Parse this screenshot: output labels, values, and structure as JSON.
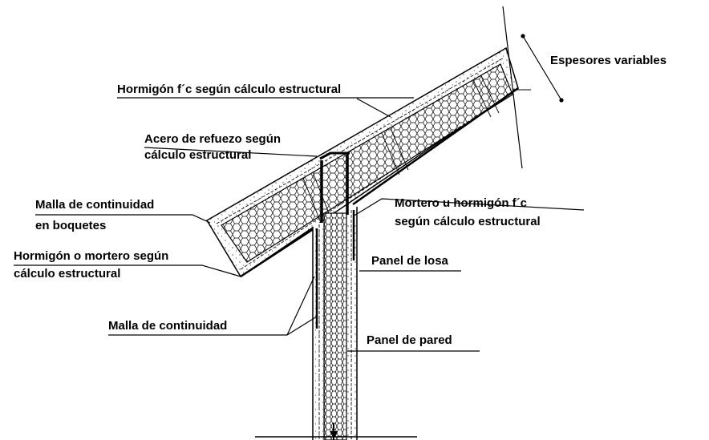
{
  "labels": {
    "espesores": "Espesores variables",
    "hormigon_fc": "Hormigón f´c según cálculo estructural",
    "acero_line1": "Acero de refuezo según",
    "acero_line2": "cálculo estructural",
    "malla_boquetes_line1": "Malla de continuidad",
    "malla_boquetes_line2": "en boquetes",
    "mortero_line1": "Mortero u hormigón f´c",
    "mortero_line2": "según cálculo estructural",
    "hormigon_mortero_line1": "Hormigón o mortero según",
    "hormigon_mortero_line2": "cálculo estructural",
    "panel_losa": "Panel de losa",
    "malla_continuidad": "Malla de continuidad",
    "panel_pared": "Panel de pared"
  },
  "colors": {
    "ink": "#000000",
    "background": "#ffffff"
  }
}
